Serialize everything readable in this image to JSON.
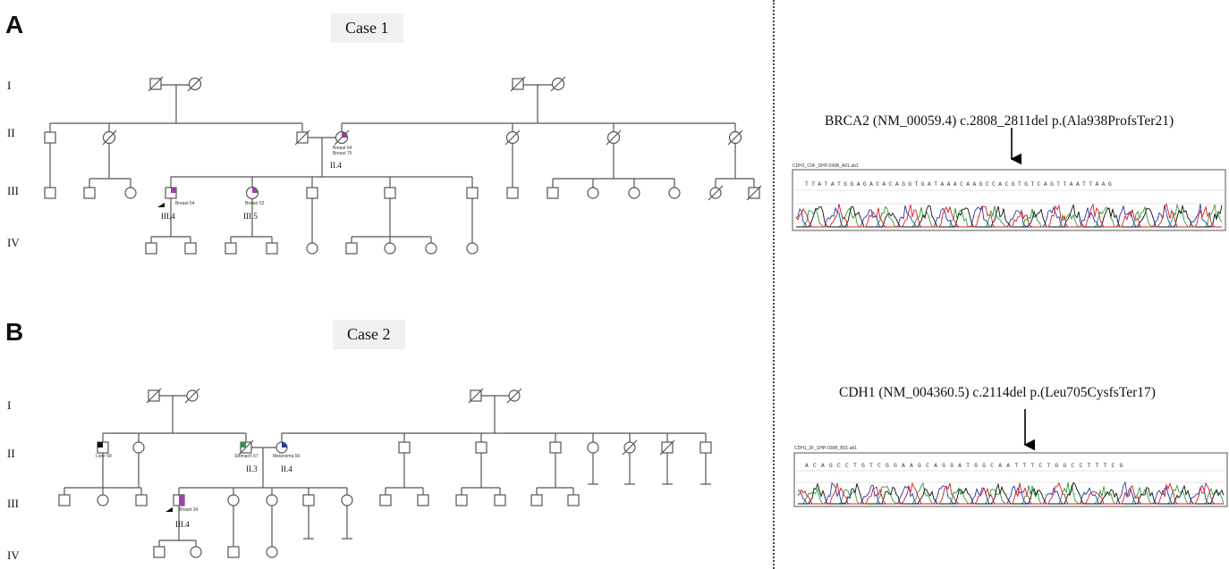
{
  "panels": [
    {
      "letter": "A",
      "case_title": "Case 1",
      "generations": [
        "I",
        "II",
        "III",
        "IV"
      ],
      "ped_annotations": {
        "ii_spouse": "II.4",
        "iii_a": "III.4",
        "iii_b": "III.5"
      },
      "mutation_label": "BRCA2 (NM_00059.4)  c.2808_2811del p.(Ala938ProfsTer21)",
      "bases": "TTATATGGAGACACAGGTGATAAACAAGCCACGTGTCAGTTAATTAAG"
    },
    {
      "letter": "B",
      "case_title": "Case 2",
      "generations": [
        "I",
        "II",
        "III",
        "IV"
      ],
      "ped_annotations": {
        "ii_a": "II.3",
        "ii_b": "II.4",
        "iii_a": "III.4"
      },
      "mutation_label": "CDH1 (NM_004360.5) c.2114del  p.(Leu705CysfsTer17)",
      "bases": "ACAGCCTGTCGGAAGCAGGATGGCAATTTCTGGCCTTTCG"
    }
  ],
  "colors": {
    "breast": "#a040a8",
    "stomach": "#2e9a3c",
    "melanoma": "#2b3aa8",
    "liver": "#111111"
  }
}
